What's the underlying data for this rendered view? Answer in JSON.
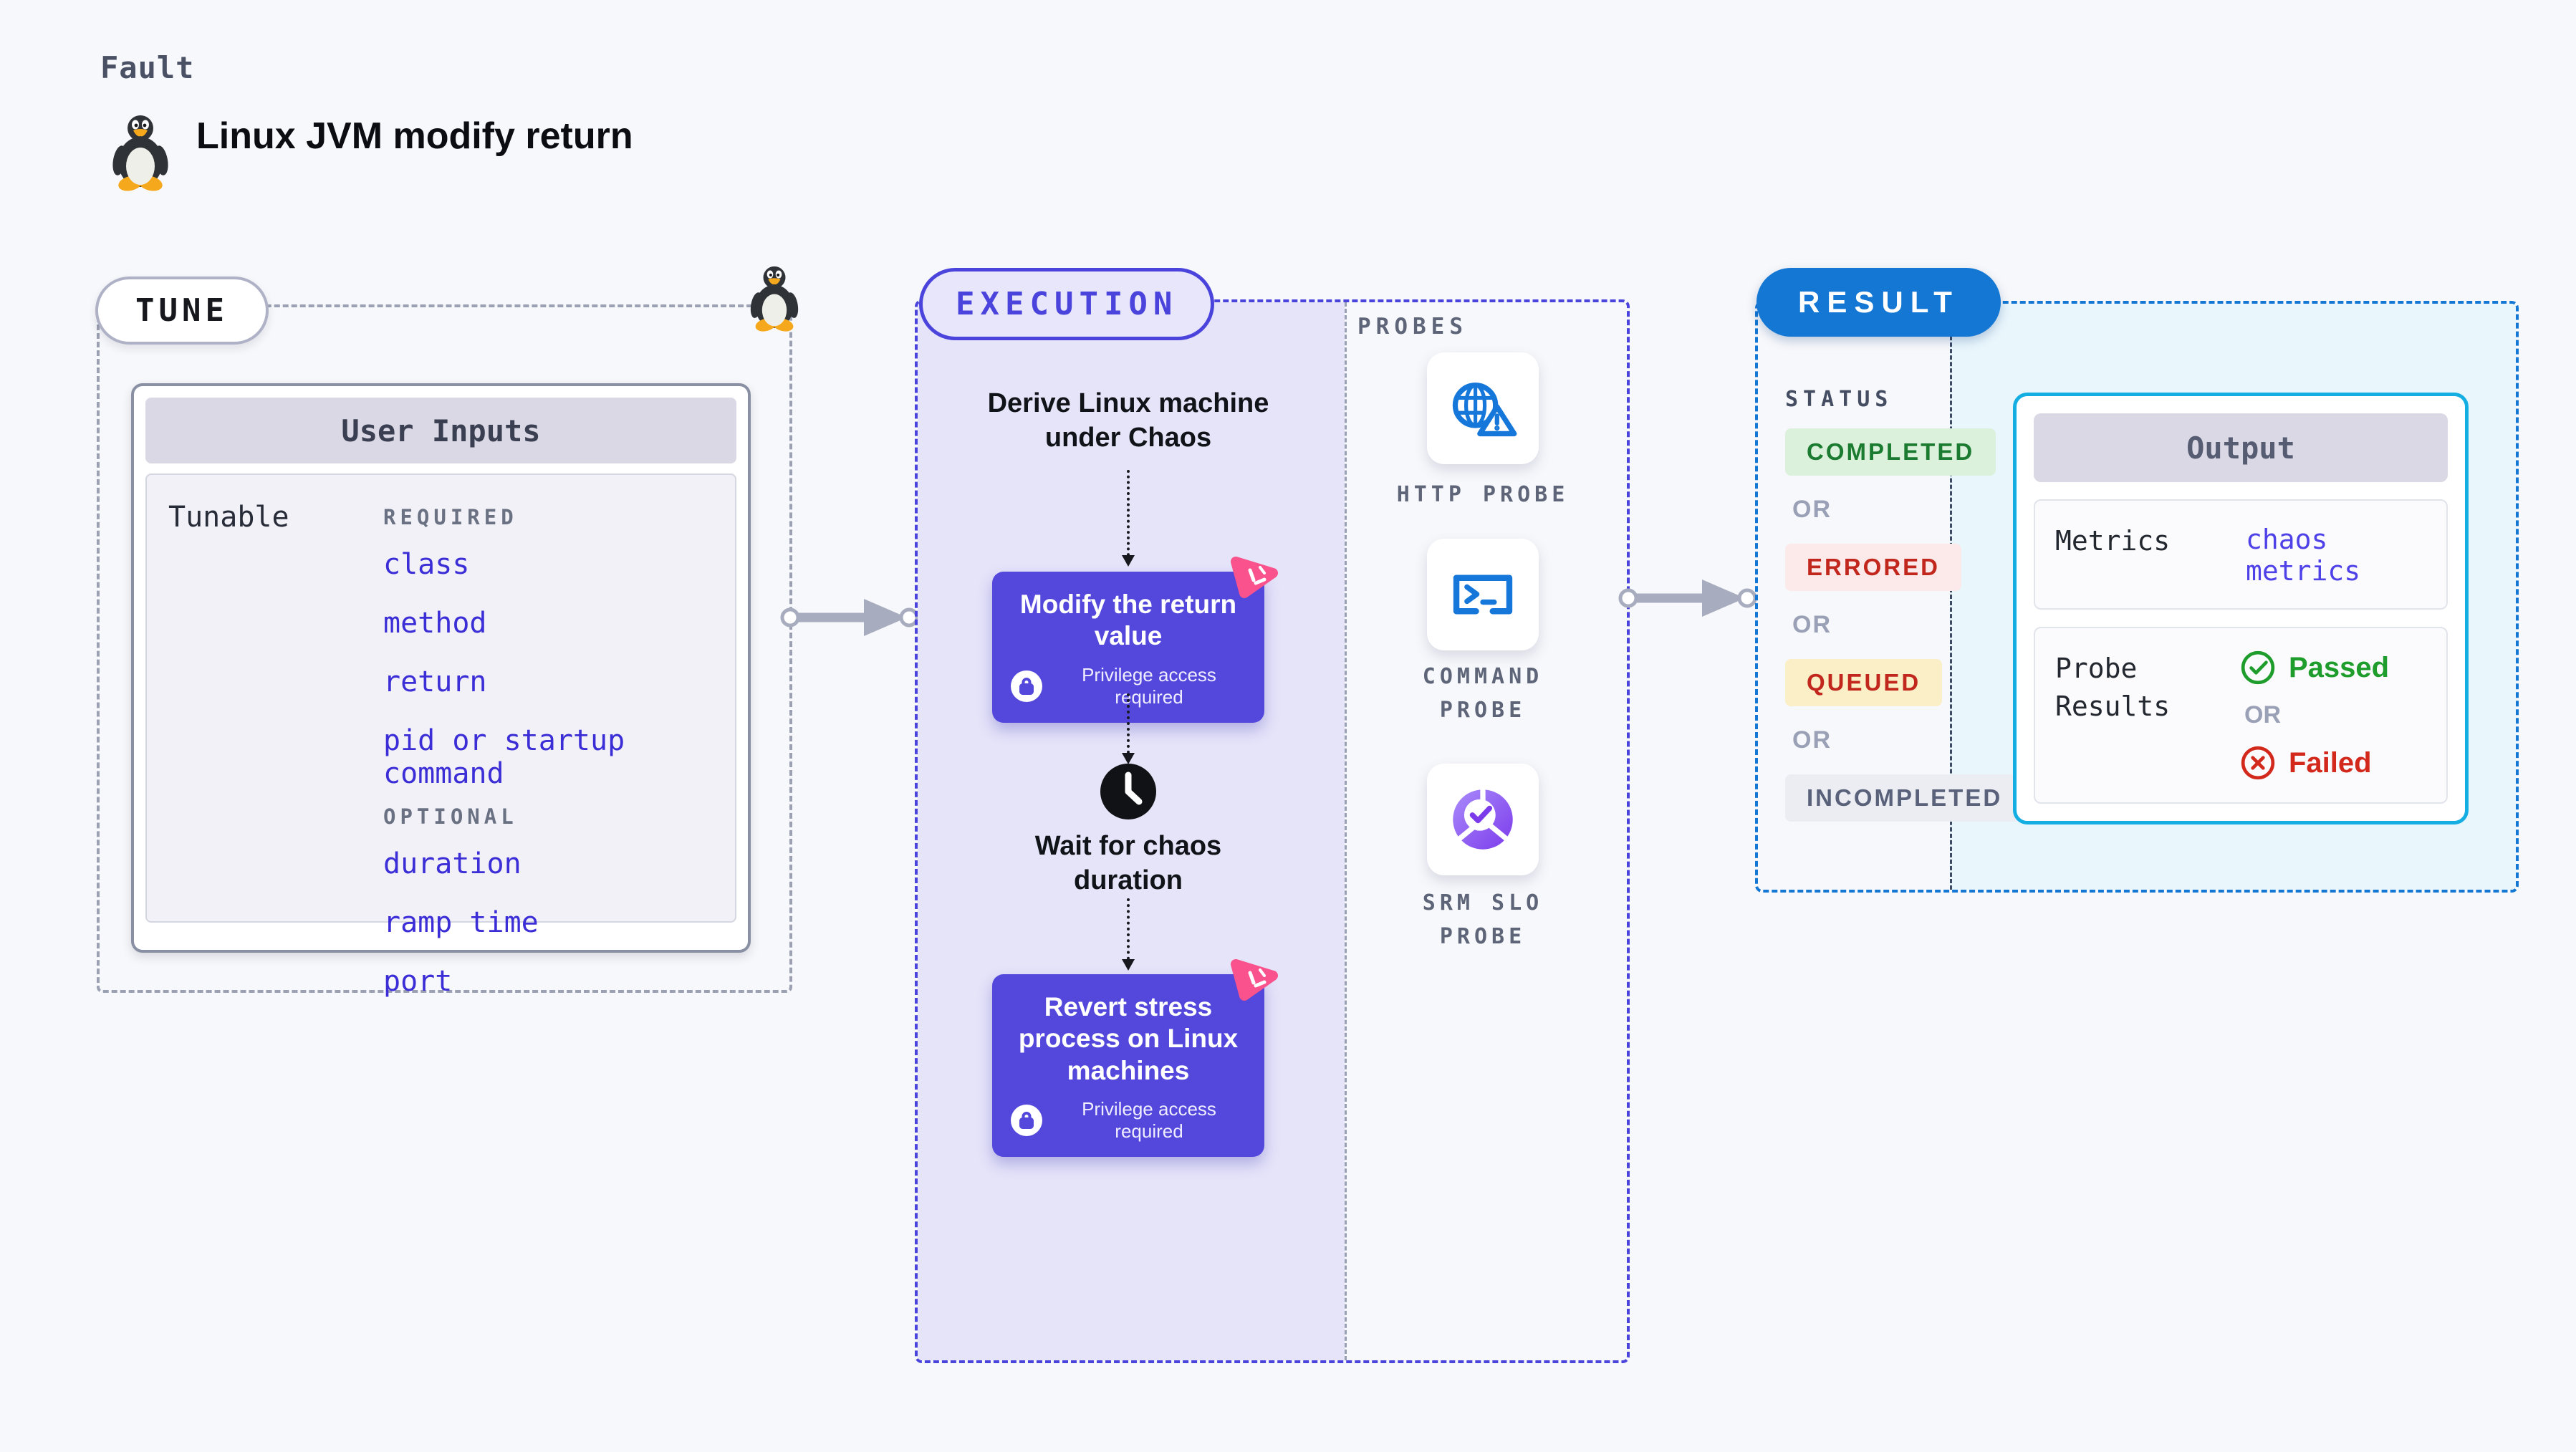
{
  "header": {
    "eyebrow": "Fault",
    "title": "Linux JVM modify return"
  },
  "tune": {
    "label": "TUNE",
    "card_title": "User Inputs",
    "row_label": "Tunable",
    "required_heading": "REQUIRED",
    "required_items": [
      "class",
      "method",
      "return",
      "pid or startup command"
    ],
    "optional_heading": "OPTIONAL",
    "optional_items": [
      "duration",
      "ramp time",
      "port"
    ]
  },
  "execution": {
    "label": "EXECUTION",
    "step1": "Derive Linux machine under Chaos",
    "action1": "Modify the return value",
    "action1_note": "Privilege access required",
    "wait_step": "Wait for chaos duration",
    "action2": "Revert stress process on Linux machines",
    "action2_note": "Privilege access required"
  },
  "probes": {
    "label": "PROBES",
    "items": [
      {
        "name": "HTTP PROBE",
        "icon": "globe-alert-icon"
      },
      {
        "name": "COMMAND PROBE",
        "icon": "terminal-icon"
      },
      {
        "name": "SRM SLO PROBE",
        "icon": "slo-pie-icon"
      }
    ]
  },
  "result": {
    "label": "RESULT",
    "status_heading": "STATUS",
    "or_label": "OR",
    "badges": [
      {
        "text": "COMPLETED",
        "fg": "#1B7C31",
        "bg": "#DCF1DB"
      },
      {
        "text": "ERRORED",
        "fg": "#C2271D",
        "bg": "#FBEAE9"
      },
      {
        "text": "QUEUED",
        "fg": "#C2271D",
        "bg": "#FAEFC6"
      },
      {
        "text": "INCOMPLETED",
        "fg": "#59627A",
        "bg": "#ECEDF3"
      }
    ],
    "output": {
      "title": "Output",
      "metrics_label": "Metrics",
      "metrics_value": "chaos metrics",
      "probe_results_label": "Probe Results",
      "passed": "Passed",
      "or": "OR",
      "failed": "Failed"
    }
  },
  "colors": {
    "accent_indigo": "#4A43DC",
    "action_purple": "#5348DB",
    "link_indigo": "#3C2ED6",
    "result_blue": "#1377D3",
    "output_border_cyan": "#14AEE2",
    "chaos_pink": "#F9528C",
    "probe_icon_blue": "#1577D9",
    "passed_green": "#1F9D2C",
    "failed_red": "#D3281C"
  }
}
